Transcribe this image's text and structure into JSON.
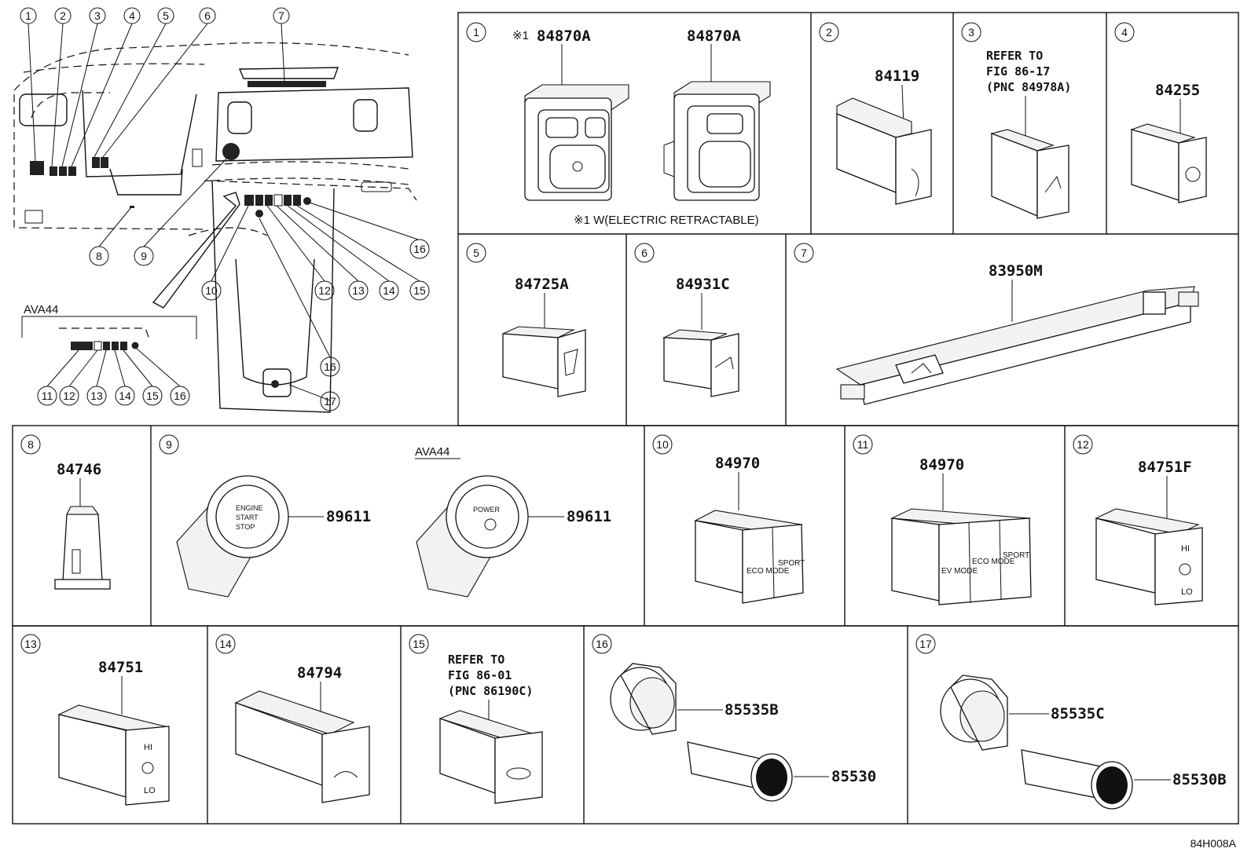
{
  "diagram_code": "84H008A",
  "overview": {
    "callouts": [
      "1",
      "2",
      "3",
      "4",
      "5",
      "6",
      "7",
      "8",
      "9",
      "10",
      "11",
      "12",
      "13",
      "14",
      "15",
      "16",
      "17"
    ],
    "inset_label": "AVA44",
    "inset_callouts": [
      "11",
      "12",
      "13",
      "14",
      "15",
      "16"
    ]
  },
  "cells": [
    {
      "id": "1",
      "parts": [
        "84870A",
        "84870A"
      ],
      "marker": "※1",
      "note": "※1 W(ELECTRIC RETRACTABLE)"
    },
    {
      "id": "2",
      "parts": [
        "84119"
      ]
    },
    {
      "id": "3",
      "ref": [
        "REFER TO",
        "FIG 86-17",
        "(PNC 84978A)"
      ]
    },
    {
      "id": "4",
      "parts": [
        "84255"
      ]
    },
    {
      "id": "5",
      "parts": [
        "84725A"
      ]
    },
    {
      "id": "6",
      "parts": [
        "84931C"
      ]
    },
    {
      "id": "7",
      "parts": [
        "83950M"
      ]
    },
    {
      "id": "8",
      "parts": [
        "84746"
      ]
    },
    {
      "id": "9",
      "parts": [
        "89611",
        "89611"
      ],
      "variant_label": "AVA44",
      "button_text_a": [
        "ENGINE",
        "START",
        "STOP"
      ],
      "button_text_b": "POWER"
    },
    {
      "id": "10",
      "parts": [
        "84970"
      ],
      "labels": [
        "ECO MODE",
        "SPORT"
      ]
    },
    {
      "id": "11",
      "parts": [
        "84970"
      ],
      "labels": [
        "EV MODE",
        "ECO MODE",
        "SPORT"
      ]
    },
    {
      "id": "12",
      "parts": [
        "84751F"
      ],
      "labels": [
        "HI",
        "LO"
      ]
    },
    {
      "id": "13",
      "parts": [
        "84751"
      ],
      "labels": [
        "HI",
        "LO"
      ]
    },
    {
      "id": "14",
      "parts": [
        "84794"
      ]
    },
    {
      "id": "15",
      "ref": [
        "REFER TO",
        "FIG 86-01",
        "(PNC 86190C)"
      ]
    },
    {
      "id": "16",
      "parts": [
        "85535B",
        "85530"
      ]
    },
    {
      "id": "17",
      "parts": [
        "85535C",
        "85530B"
      ]
    }
  ]
}
